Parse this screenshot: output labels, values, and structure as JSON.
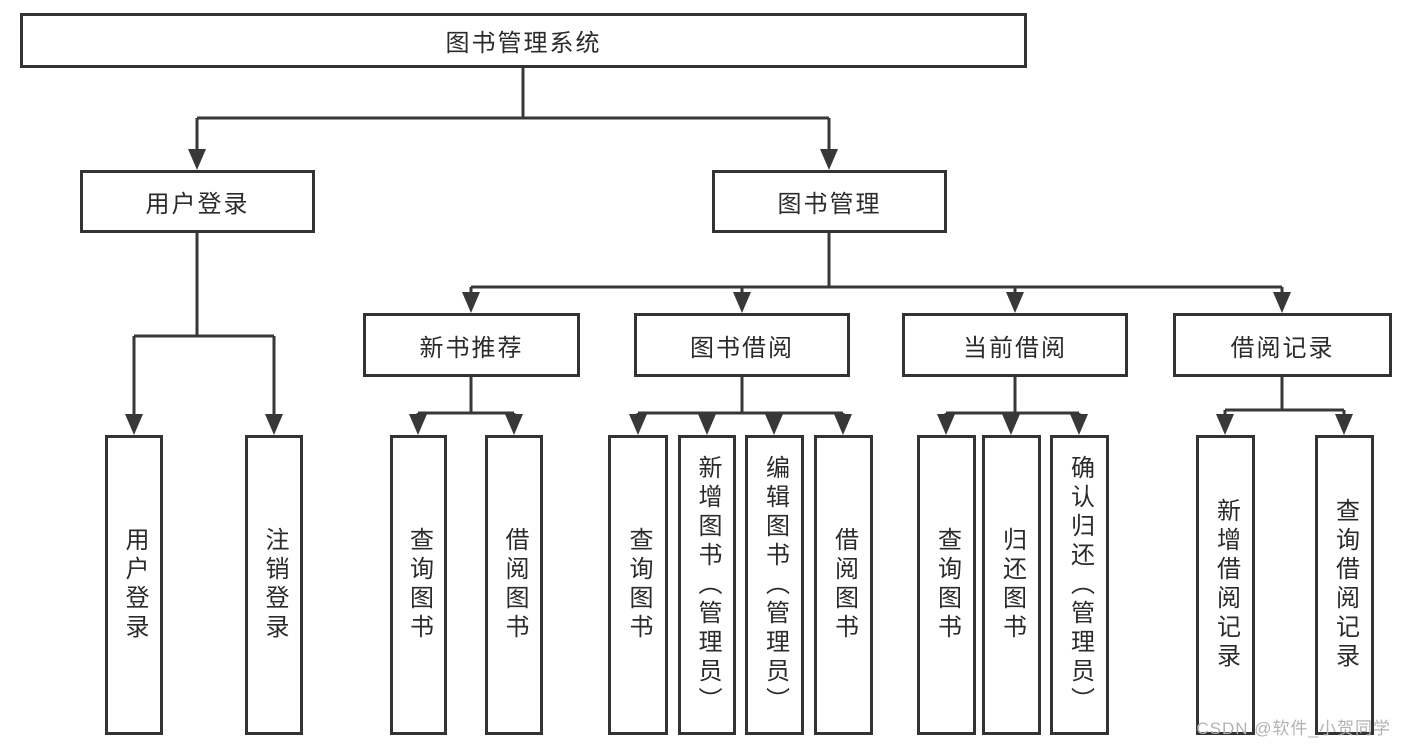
{
  "diagram": {
    "root": {
      "label": "图书管理系统"
    },
    "branches": [
      {
        "label": "用户登录",
        "children": [
          {
            "label": "用户登录"
          },
          {
            "label": "注销登录"
          }
        ]
      },
      {
        "label": "图书管理",
        "children": [
          {
            "label": "新书推荐",
            "children": [
              {
                "label": "查询图书"
              },
              {
                "label": "借阅图书"
              }
            ]
          },
          {
            "label": "图书借阅",
            "children": [
              {
                "label": "查询图书"
              },
              {
                "label": "新增图书（管理员）"
              },
              {
                "label": "编辑图书（管理员）"
              },
              {
                "label": "借阅图书"
              }
            ]
          },
          {
            "label": "当前借阅",
            "children": [
              {
                "label": "查询图书"
              },
              {
                "label": "归还图书"
              },
              {
                "label": "确认归还（管理员）"
              }
            ]
          },
          {
            "label": "借阅记录",
            "children": [
              {
                "label": "新增借阅记录"
              },
              {
                "label": "查询借阅记录"
              }
            ]
          }
        ]
      }
    ]
  },
  "watermark": {
    "text": "CSDN @软件_小贺同学"
  },
  "colors": {
    "line_color": "#383838",
    "border_color": "#333333",
    "text_color": "#2b2b2b",
    "bg_color": "#ffffff",
    "watermark_color": "#b3b3b3"
  }
}
